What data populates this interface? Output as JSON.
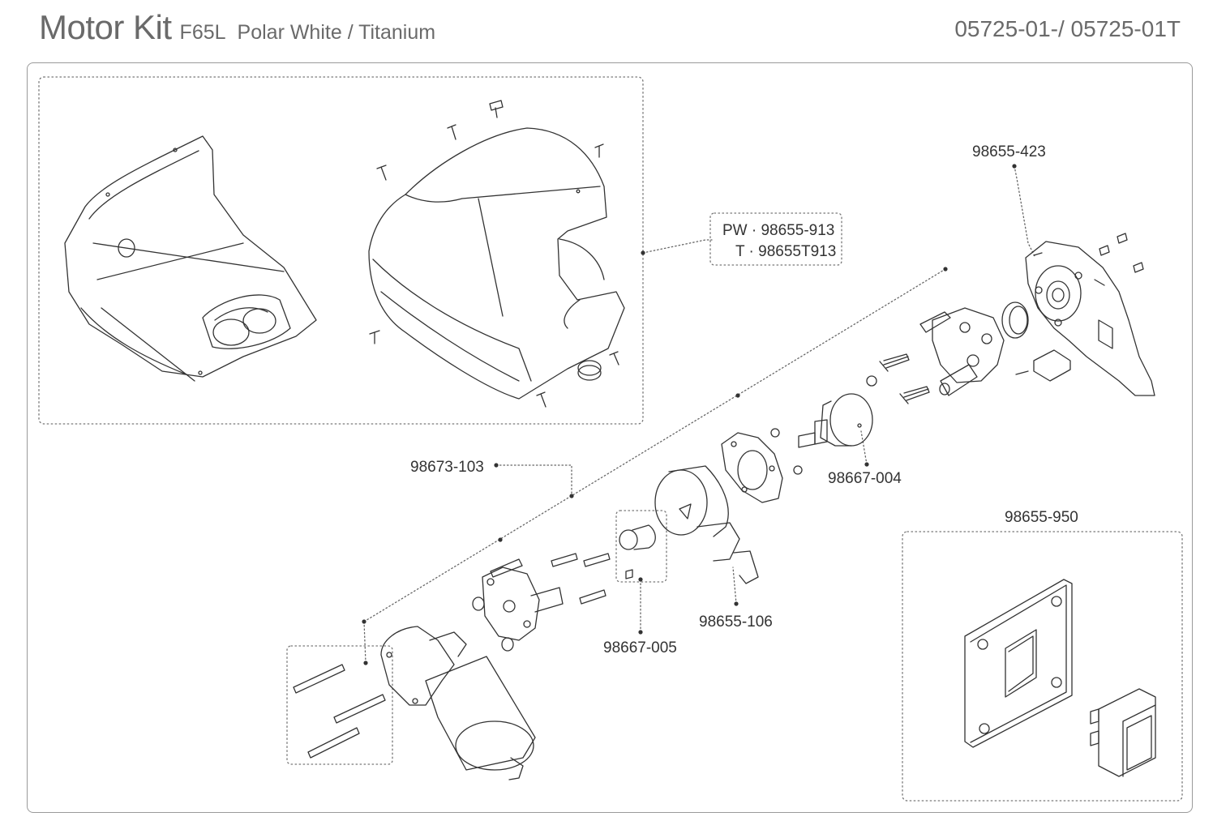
{
  "header": {
    "title": "Motor Kit",
    "model": "F65L",
    "variant": "Polar White / Titanium",
    "part_numbers": "05725-01-/ 05725-01T"
  },
  "callouts": {
    "cover_pw": "PW · 98655-913",
    "cover_t": "T · 98655T913",
    "base_plate": "98655-423",
    "gearbox_bracket": "98673-103",
    "coupling": "98667-004",
    "wall_switch": "98655-950",
    "gear_shaft": "98655-106",
    "bushing": "98667-005"
  },
  "colors": {
    "line": "#333333",
    "frame": "#9a9a9a",
    "dotted": "#666666"
  }
}
